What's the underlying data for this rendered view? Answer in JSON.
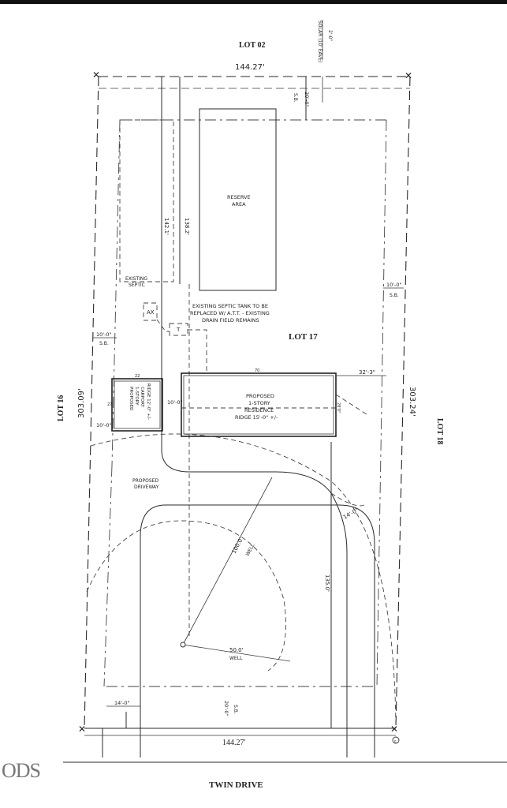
{
  "header": {
    "lot_north": "LOT 02"
  },
  "neighbors": {
    "lot_west": "LOT 16",
    "lot_east": "LOT 18",
    "lot_center": "LOT 17"
  },
  "street": "TWIN DRIVE",
  "watermark": "ODS",
  "dimensions": {
    "top_width": "144.27'",
    "bottom_width": "144.27'",
    "left_depth": "303.09'",
    "right_depth": "303.24'",
    "depth_142": "142.1'",
    "depth_138": "138.2'",
    "depth_135": "135.0'",
    "dim_22": "22",
    "dim_27": "27",
    "dim_70": "70",
    "dim_28": "28'0\"",
    "dim_32": "32'-3\"",
    "dim_10_carport": "10'-0\"",
    "dim_10_side": "10'-0\"",
    "dim_14_left": "14'-0\"",
    "dim_14_arc": "14'-0\"",
    "dim_20_top": "20'-0\"",
    "dim_20_bottom": "20'-0\"",
    "dim_10_right": "10'-0\"",
    "dim_10_left_sb": "10'-0\"",
    "solar": "SOLAR (10' EAVE)",
    "solar_dim": "2'-0\"",
    "radius_100": "100.0'",
    "radius_50": "50.0'"
  },
  "labels": {
    "sb": "S.B.",
    "well": "WELL",
    "reserve_area": [
      "RESERVE",
      "AREA"
    ],
    "existing_septic": [
      "EXISTING",
      "SEPTIC"
    ],
    "septic_note": [
      "EXISTING SEPTIC TANK TO BE",
      "REPLACED W/ A.T.T. - EXISTING",
      "DRAIN FIELD REMAINS"
    ],
    "ax": "AX",
    "t": "T",
    "residence": [
      "PROPOSED",
      "1-STORY",
      "RESIDENCE",
      "RIDGE 15'-0\" +/-"
    ],
    "carport": [
      "PROPOSED",
      "1-STORY",
      "CARPORT",
      "RIDGE 12'-0\" +/-"
    ],
    "driveway": [
      "PROPOSED",
      "DRIVEWAY"
    ],
    "pole": "c"
  }
}
